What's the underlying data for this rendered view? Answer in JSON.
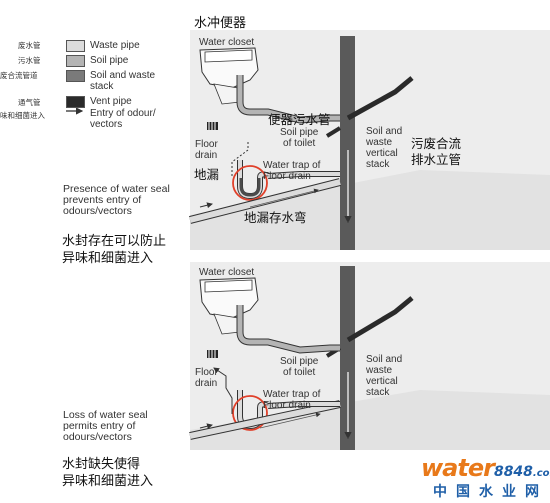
{
  "title_cn": "水冲便器",
  "legend": {
    "items": [
      {
        "cn": "废水管",
        "en": "Waste pipe",
        "color": "#dcdcdc"
      },
      {
        "cn": "污水管",
        "en": "Soil pipe",
        "color": "#b4b4b4"
      },
      {
        "cn": "废合流管道",
        "en": "Soil and waste\nstack",
        "color": "#7a7a7a"
      },
      {
        "cn": "通气管",
        "en": "Vent pipe",
        "color": "#2a2a2a"
      },
      {
        "cn": "味和细菌进入",
        "en": "Entry of odour/\nvectors",
        "symbol": "arrow-right"
      }
    ]
  },
  "top_panel": {
    "water_closet": "Water closet",
    "soil_pipe_cn": "便器污水管",
    "soil_pipe_en": "Soil pipe\nof toilet",
    "stack_en": "Soil and\nwaste\nvertical\nstack",
    "stack_cn": "污废合流\n排水立管",
    "floor_drain_en": "Floor\ndrain",
    "floor_drain_cn": "地漏",
    "trap_en": "Water trap of\nFloor drain",
    "trap_cn": "地漏存水弯",
    "caption_en": "Presence of water seal\nprevents entry of\nodours/vectors",
    "caption_cn": "水封存在可以防止\n异味和细菌进入"
  },
  "bottom_panel": {
    "water_closet": "Water closet",
    "soil_pipe_en": "Soil pipe\nof toilet",
    "stack_en": "Soil and\nwaste\nvertical\nstack",
    "floor_drain_en": "Floor\ndrain",
    "trap_en": "Water trap of\nFloor drain",
    "caption_en": "Loss of water seal\npermits entry of\nodours/vectors",
    "caption_cn": "水封缺失使得\n异味和细菌进入"
  },
  "colors": {
    "panel_bg": "#ececec",
    "waste_pipe": "#dcdcdc",
    "soil_pipe": "#b4b4b4",
    "stack": "#5a5a5a",
    "vent": "#2a2a2a",
    "highlight": "#e0402a"
  },
  "watermark": {
    "word_a": "water",
    "word_b": "8848",
    "sub": ".com",
    "cn": "中国水业网"
  }
}
